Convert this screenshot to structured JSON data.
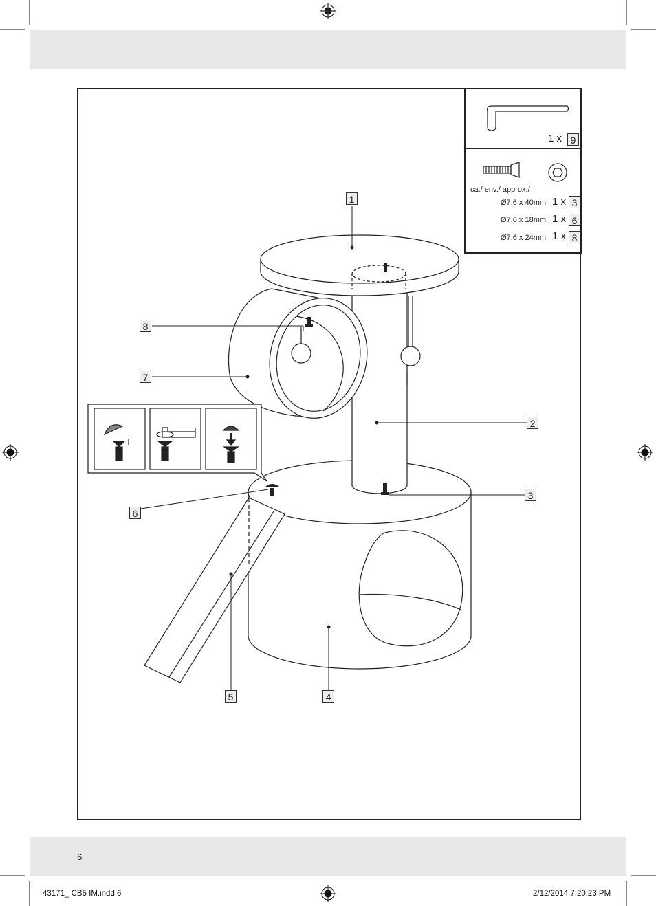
{
  "page": {
    "page_number": "6",
    "footer_file": "43171_ CB5 IM.indd   6",
    "footer_timestamp": "2/12/2014   7:20:23 PM"
  },
  "parts_box": {
    "allen_key": {
      "qty": "1 x",
      "part": "9"
    },
    "approx_label": "ca./ env./ approx./",
    "screws": [
      {
        "size": "Ø7.6 x 40mm",
        "qty": "1 x",
        "part": "3"
      },
      {
        "size": "Ø7.6 x 18mm",
        "qty": "1 x",
        "part": "6"
      },
      {
        "size": "Ø7.6 x 24mm",
        "qty": "1 x",
        "part": "8"
      }
    ]
  },
  "callouts": {
    "c1": "1",
    "c2": "2",
    "c3": "3",
    "c4": "4",
    "c5": "5",
    "c6": "6",
    "c7": "7",
    "c8": "8"
  }
}
